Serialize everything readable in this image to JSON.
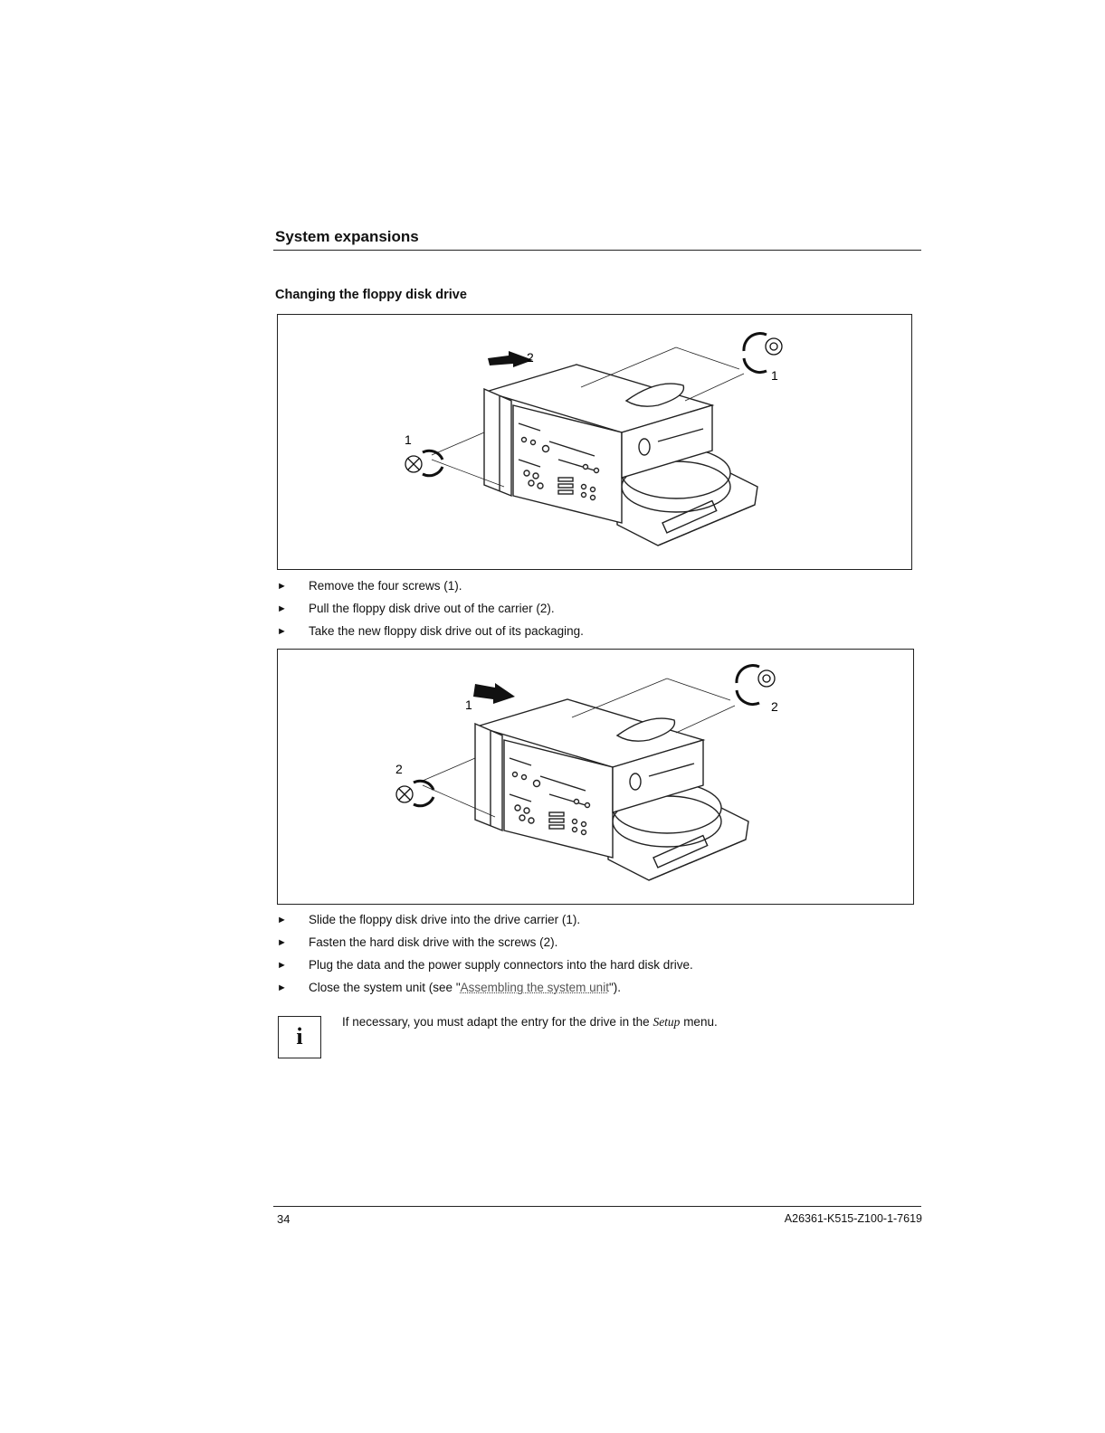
{
  "header": {
    "section_title": "System expansions"
  },
  "subtitle": "Changing the floppy disk drive",
  "figure1": {
    "callout_arrow": "2",
    "callout_screw_left": "1",
    "callout_screw_right": "1"
  },
  "steps1": [
    {
      "bullet": "►",
      "text": "Remove the four screws (1)."
    },
    {
      "bullet": "►",
      "text": "Pull the floppy disk drive out of the carrier (2)."
    },
    {
      "bullet": "►",
      "text": "Take the new floppy disk drive out of its packaging."
    }
  ],
  "figure2": {
    "callout_arrow": "1",
    "callout_screw_left": "2",
    "callout_screw_right": "2"
  },
  "steps2": [
    {
      "bullet": "►",
      "text": "Slide the floppy disk drive into the drive carrier (1)."
    },
    {
      "bullet": "►",
      "text": "Fasten the hard disk drive with the screws (2)."
    },
    {
      "bullet": "►",
      "text": "Plug the data and the power supply connectors into the hard disk drive."
    },
    {
      "bullet": "►",
      "text_before": "Close the system unit (see \"",
      "link": "Assembling the system unit",
      "text_after": "\")."
    }
  ],
  "info": {
    "icon_letter": "i",
    "note_before": "If necessary, you must adapt the entry for the drive in the ",
    "note_menu": "Setup",
    "note_after": " menu."
  },
  "footer": {
    "page_number": "34",
    "doc_id": "A26361-K515-Z100-1-7619"
  }
}
